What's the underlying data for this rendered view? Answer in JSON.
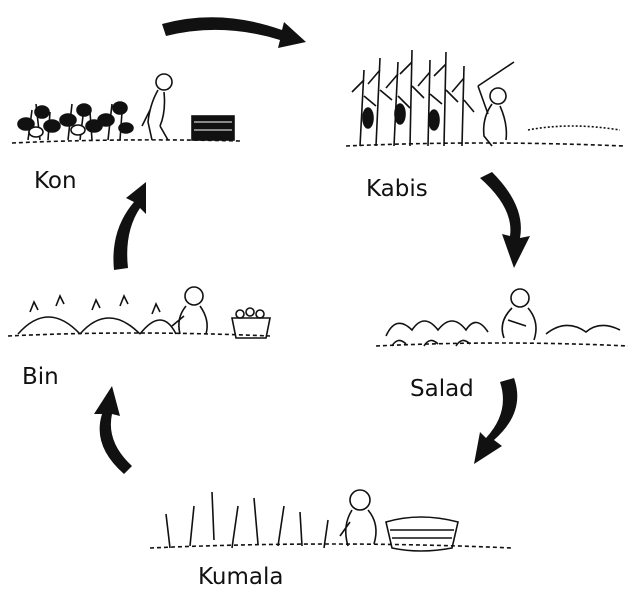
{
  "cycle": {
    "stages": [
      {
        "key": "kon",
        "label": "Kon"
      },
      {
        "key": "kabis",
        "label": "Kabis"
      },
      {
        "key": "salad",
        "label": "Salad"
      },
      {
        "key": "kumala",
        "label": "Kumala"
      },
      {
        "key": "bin",
        "label": "Bin"
      }
    ],
    "ink_color": "#111111"
  }
}
